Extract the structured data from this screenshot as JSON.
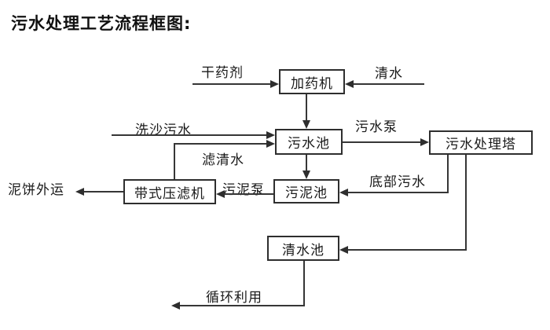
{
  "title": "污水处理工艺流程框图:",
  "diagram": {
    "nodes": {
      "dosing_machine": {
        "label": "加药机"
      },
      "sewage_pool": {
        "label": "污水池"
      },
      "treatment_tower": {
        "label": "污水处理塔"
      },
      "belt_filter_press": {
        "label": "带式压滤机"
      },
      "sludge_pool": {
        "label": "污泥池"
      },
      "clean_water_pool": {
        "label": "清水池"
      }
    },
    "flow_labels": {
      "dry_agent": "干药剂",
      "clean_water": "清水",
      "sand_washing_sewage": "洗沙污水",
      "sewage_pump": "污水泵",
      "filtered_water": "滤清水",
      "mud_cake_out": "泥饼外运",
      "sludge_pump": "污泥泵",
      "bottom_sewage": "底部污水",
      "recycle_reuse": "循环利用"
    },
    "colors": {
      "line": "#363636",
      "box_border": "#2e2e2e",
      "text": "#1a1a1a",
      "background": "#ffffff"
    }
  }
}
